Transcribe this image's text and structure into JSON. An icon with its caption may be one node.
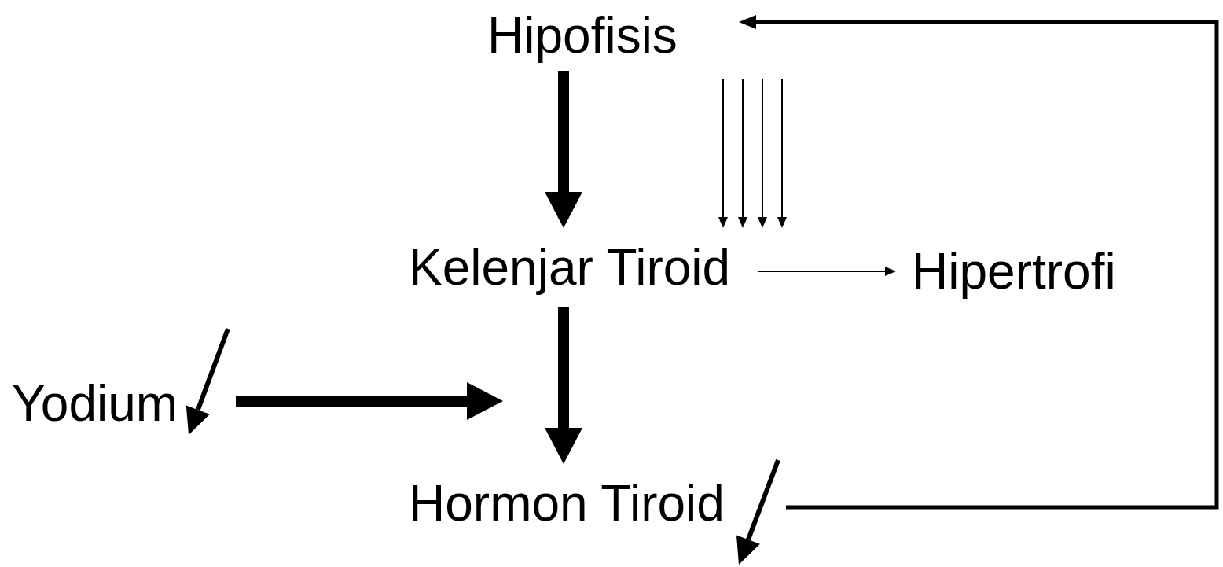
{
  "diagram": {
    "nodes": [
      {
        "text": [
          "Hipofisis"
        ]
      },
      {
        "text": [
          "Kelenjar Tiroid"
        ]
      },
      {
        "text": [
          "Hipertrofi"
        ]
      },
      {
        "text": [
          "Yodium"
        ]
      },
      {
        "text": [
          "Hormon Tiroid"
        ]
      }
    ],
    "edges": [
      {
        "from": 0,
        "to": 1,
        "arrow": "to",
        "style": "thick"
      },
      {
        "from": null,
        "to": 1,
        "arrow": "to"
      },
      {
        "from": null,
        "to": 1,
        "arrow": "to"
      },
      {
        "from": null,
        "to": 1,
        "arrow": "to"
      },
      {
        "from": null,
        "to": 1,
        "arrow": "to"
      },
      {
        "from": 1,
        "to": 2,
        "arrow": "to"
      },
      {
        "from": 3,
        "to": null,
        "arrow": "to",
        "style": "thick"
      },
      {
        "from": 1,
        "to": 4,
        "arrow": "to",
        "style": "thick"
      },
      {
        "from": 4,
        "to": 0,
        "arrow": "to",
        "style": "thick"
      }
    ]
  }
}
